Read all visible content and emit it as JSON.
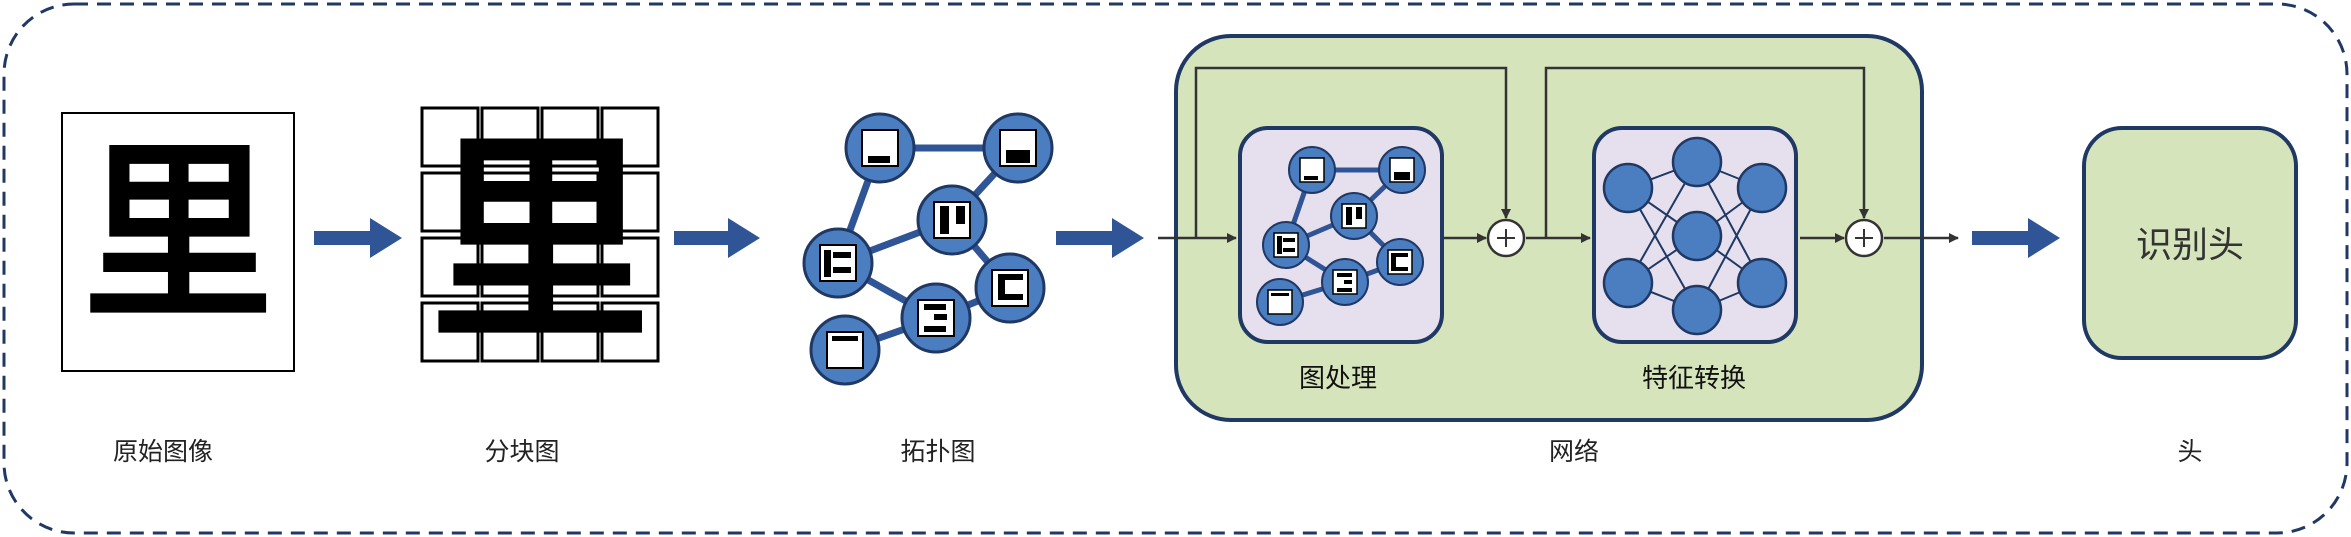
{
  "stages": {
    "original": "原始图像",
    "blocks": "分块图",
    "topology": "拓扑图",
    "network": "网络",
    "head": "头"
  },
  "modules": {
    "graph_processing": "图处理",
    "feature_transform": "特征转换",
    "recognition_head": "识别头"
  },
  "character": "里",
  "colors": {
    "arrow": "#2f5597",
    "node_fill": "#4a7ec0",
    "node_stroke": "#1f3864",
    "network_fill": "#d6e4bc",
    "module_fill": "#e6e0ee",
    "border": "#1f3864"
  }
}
